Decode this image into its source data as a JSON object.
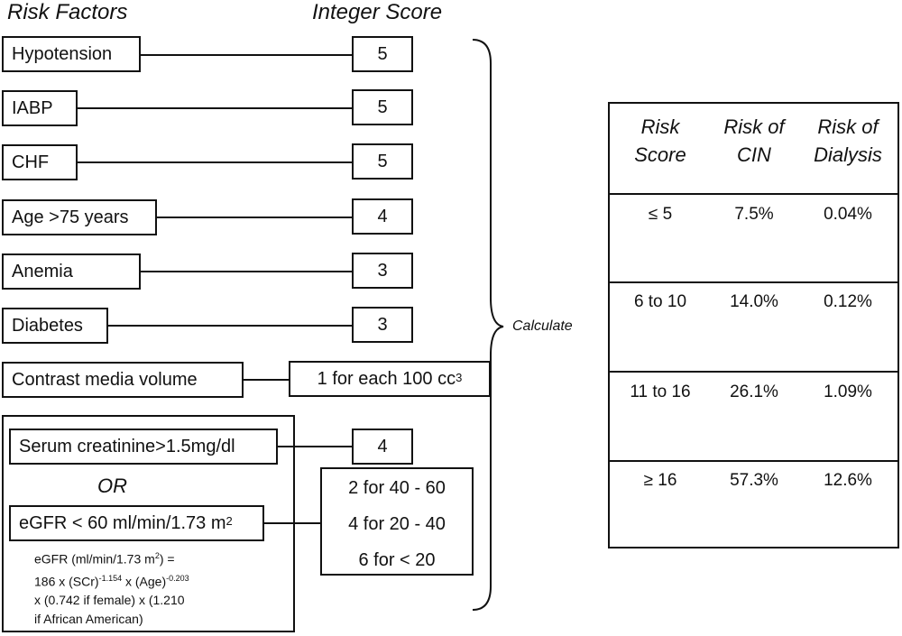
{
  "headers": {
    "risk_factors": "Risk Factors",
    "integer_score": "Integer Score"
  },
  "factors": [
    {
      "label": "Hypotension",
      "score": "5"
    },
    {
      "label": "IABP",
      "score": "5"
    },
    {
      "label": "CHF",
      "score": "5"
    },
    {
      "label": "Age >75 years",
      "score": "4"
    },
    {
      "label": "Anemia",
      "score": "3"
    },
    {
      "label": "Diabetes",
      "score": "3"
    }
  ],
  "contrast": {
    "label": "Contrast media volume",
    "score_text": "1 for each 100 cc",
    "score_sup": "3"
  },
  "renal": {
    "serum_label": "Serum creatinine>1.5mg/dl",
    "serum_score": "4",
    "or_label": "OR",
    "egfr_label": "eGFR < 60 ml/min/1.73 m",
    "egfr_sup": "2",
    "egfr_scores": [
      "2 for 40 - 60",
      "4  for 20 - 40",
      "6  for < 20"
    ],
    "formula": {
      "l1a": "eGFR (ml/min/1.73 m",
      "l1sup": "2",
      "l1b": ") =",
      "l2a": "186 x (SCr)",
      "l2sup1": "-1.154",
      "l2b": " x (Age)",
      "l2sup2": "-0.203",
      "l3": "x (0.742 if female) x (1.210",
      "l4": "if African American)"
    }
  },
  "calculate_label": "Calculate",
  "table": {
    "headers": [
      [
        "Risk",
        "Score"
      ],
      [
        "Risk of",
        "CIN"
      ],
      [
        "Risk of",
        "Dialysis"
      ]
    ],
    "rows": [
      [
        "≤ 5",
        "7.5%",
        "0.04%"
      ],
      [
        "6 to 10",
        "14.0%",
        "0.12%"
      ],
      [
        "11 to 16",
        "26.1%",
        "1.09%"
      ],
      [
        "≥ 16",
        "57.3%",
        "12.6%"
      ]
    ]
  }
}
